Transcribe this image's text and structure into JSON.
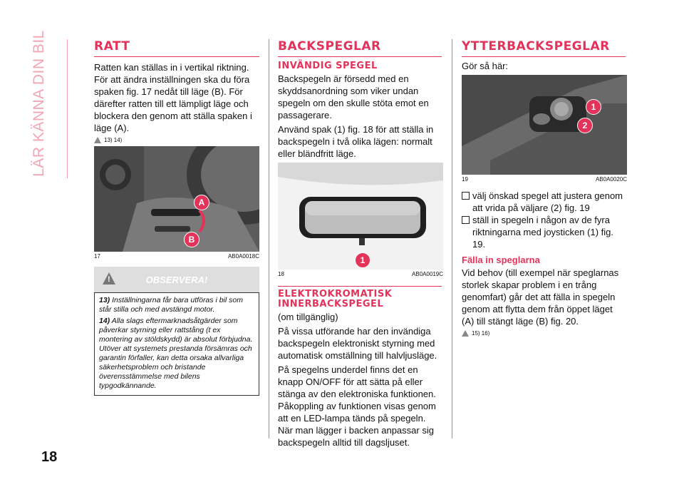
{
  "sidebar": {
    "chapter_title": "LÄR KÄNNA DIN BIL"
  },
  "page_number": "18",
  "col1": {
    "heading": "RATT",
    "body": "Ratten kan ställas in i vertikal riktning. För att ändra inställningen ska du föra spaken fig. 17 nedåt till läge (B). För därefter ratten till ett lämpligt läge och blockera den genom att ställa spaken i läge (A).",
    "refs": "13)  14)",
    "figure": {
      "number": "17",
      "code": "AB0A0018C",
      "callouts": [
        "A",
        "B"
      ]
    },
    "warning": {
      "title": "OBSERVERA!",
      "items": [
        {
          "num": "13)",
          "text": "Inställningarna får bara utföras i bil som står stilla och med avstängd motor."
        },
        {
          "num": "14)",
          "text": "Alla slags eftermarknadsåtgärder som påverkar styrning eller rattstång (t ex montering av stöldskydd) är absolut förbjudna. Utöver att systemets prestanda försämras och garantin förfaller, kan detta orsaka allvarliga säkerhetsproblem och bristande överensstämmelse med bilens typgodkännande."
        }
      ]
    }
  },
  "col2": {
    "heading": "BACKSPEGLAR",
    "sub1": "INVÄNDIG SPEGEL",
    "p1": "Backspegeln är försedd med en skyddsanordning som viker undan spegeln om den skulle stöta emot en passagerare.",
    "p2": "Använd spak (1) fig. 18 för att ställa in backspegeln i två olika lägen: normalt eller bländfritt läge.",
    "figure": {
      "number": "18",
      "code": "AB0A0019C",
      "callouts": [
        "1"
      ]
    },
    "sub2": "ELEKTROKROMATISK INNERBACKSPEGEL",
    "p3": "(om tillgänglig)",
    "p4": "På vissa utförande har den invändiga backspegeln elektroniskt styrning med automatisk omställning till halvljusläge.",
    "p5": "På spegelns underdel finns det en knapp ON/OFF för att sätta på eller stänga av den elektroniska funktionen. Påkoppling av funktionen visas genom att en LED-lampa tänds på spegeln. När man lägger i backen anpassar sig backspegeln alltid till dagsljuset."
  },
  "col3": {
    "heading": "YTTERBACKSPEGLAR",
    "intro": "Gör så här:",
    "figure": {
      "number": "19",
      "code": "AB0A0020C",
      "callouts": [
        "1",
        "2"
      ]
    },
    "bullets": [
      "välj önskad spegel att justera genom att vrida på väljare (2) fig. 19",
      "ställ in spegeln i någon av de fyra riktningarna med joysticken (1) fig. 19."
    ],
    "sub": "Fälla in speglarna",
    "p1": "Vid behov (till exempel när speglarnas storlek skapar problem i en trång genomfart) går det att fälla in spegeln genom att flytta dem från öppet läget (A) till stängt läge (B) fig. 20.",
    "refs": "15)  16)"
  },
  "colors": {
    "accent": "#e4335a",
    "sidebar": "#f3a5b3"
  }
}
